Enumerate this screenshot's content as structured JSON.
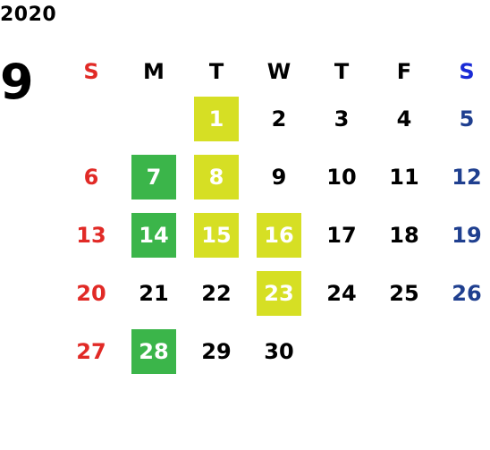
{
  "calendar": {
    "year": "2020",
    "month": "9",
    "weekdays": [
      "S",
      "M",
      "T",
      "W",
      "T",
      "F",
      "S"
    ],
    "weeks": [
      [
        "",
        "",
        "1",
        "2",
        "3",
        "4",
        "5"
      ],
      [
        "6",
        "7",
        "8",
        "9",
        "10",
        "11",
        "12"
      ],
      [
        "13",
        "14",
        "15",
        "16",
        "17",
        "18",
        "19"
      ],
      [
        "20",
        "21",
        "22",
        "23",
        "24",
        "25",
        "26"
      ],
      [
        "27",
        "28",
        "29",
        "30",
        "",
        "",
        ""
      ]
    ],
    "highlights": {
      "green": [
        "7",
        "14",
        "28"
      ],
      "yellow": [
        "1",
        "8",
        "15",
        "16",
        "23"
      ]
    }
  },
  "colors": {
    "sunday": "#e12a26",
    "saturday": "#1f3f8f",
    "saturday_header": "#1a2bd6",
    "highlight_green": "#3bb54a",
    "highlight_yellow": "#d6df24",
    "text": "#000000"
  }
}
